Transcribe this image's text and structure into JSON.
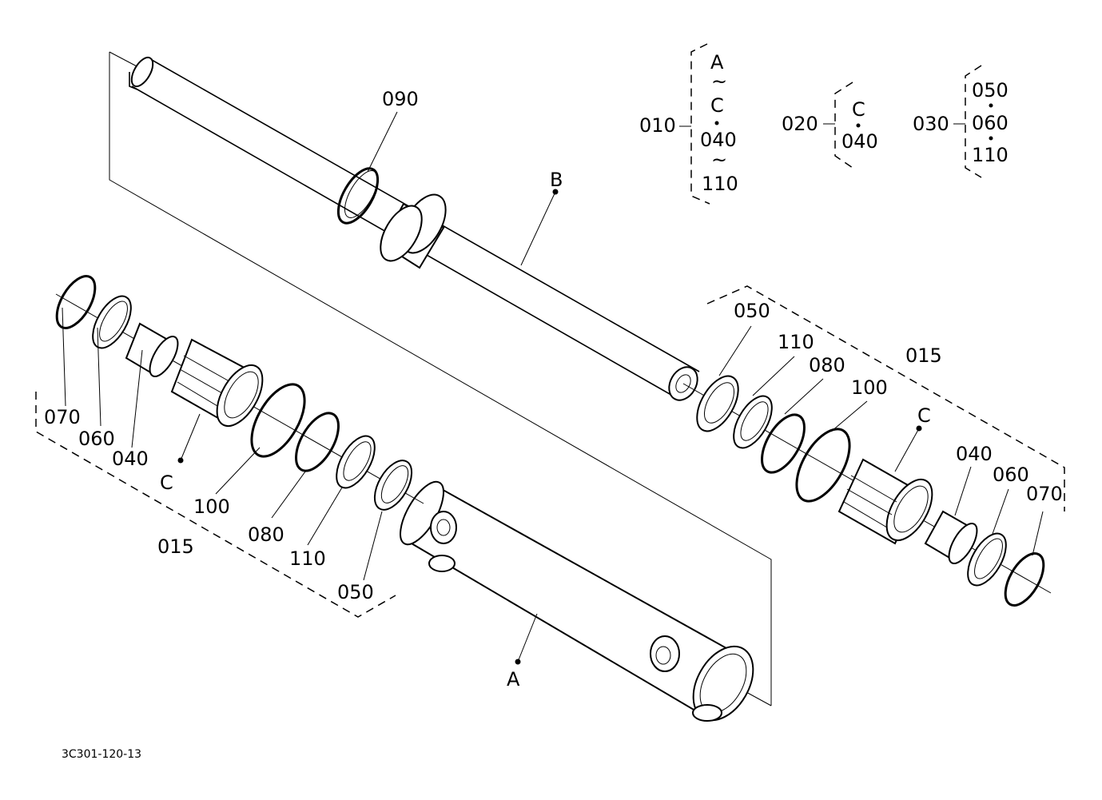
{
  "labels": {
    "p090": "090",
    "pB": "B",
    "pA": "A",
    "left_070": "070",
    "left_060": "060",
    "left_040": "040",
    "left_C": "C",
    "left_100": "100",
    "left_080": "080",
    "left_110": "110",
    "left_015": "015",
    "left_050": "050",
    "right_050": "050",
    "right_110": "110",
    "right_080": "080",
    "right_100": "100",
    "right_015": "015",
    "right_C": "C",
    "right_040": "040",
    "right_060": "060",
    "right_070": "070"
  },
  "legend": {
    "g010": {
      "id": "010",
      "l1": "A",
      "s1": "~",
      "l2": "C",
      "l3": "040",
      "s2": "~",
      "l4": "110"
    },
    "g020": {
      "id": "020",
      "l1": "C",
      "l2": "040"
    },
    "g030": {
      "id": "030",
      "l1": "050",
      "l2": "060",
      "l3": "110"
    }
  },
  "figure_code": "3C301-120-13"
}
